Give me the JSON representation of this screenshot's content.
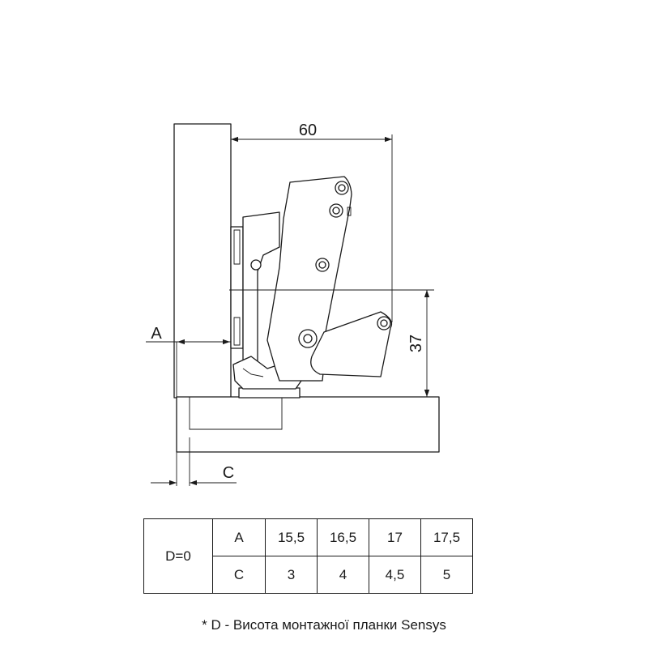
{
  "dimensions": {
    "width_label": "60",
    "height_label": "37",
    "a_label": "A",
    "c_label": "C"
  },
  "table": {
    "row_header": "D=0",
    "rows": [
      {
        "label": "A",
        "values": [
          "15,5",
          "16,5",
          "17",
          "17,5"
        ]
      },
      {
        "label": "C",
        "values": [
          "3",
          "4",
          "4,5",
          "5"
        ]
      }
    ]
  },
  "footnote": "* D - Висота монтажної планки Sensys"
}
